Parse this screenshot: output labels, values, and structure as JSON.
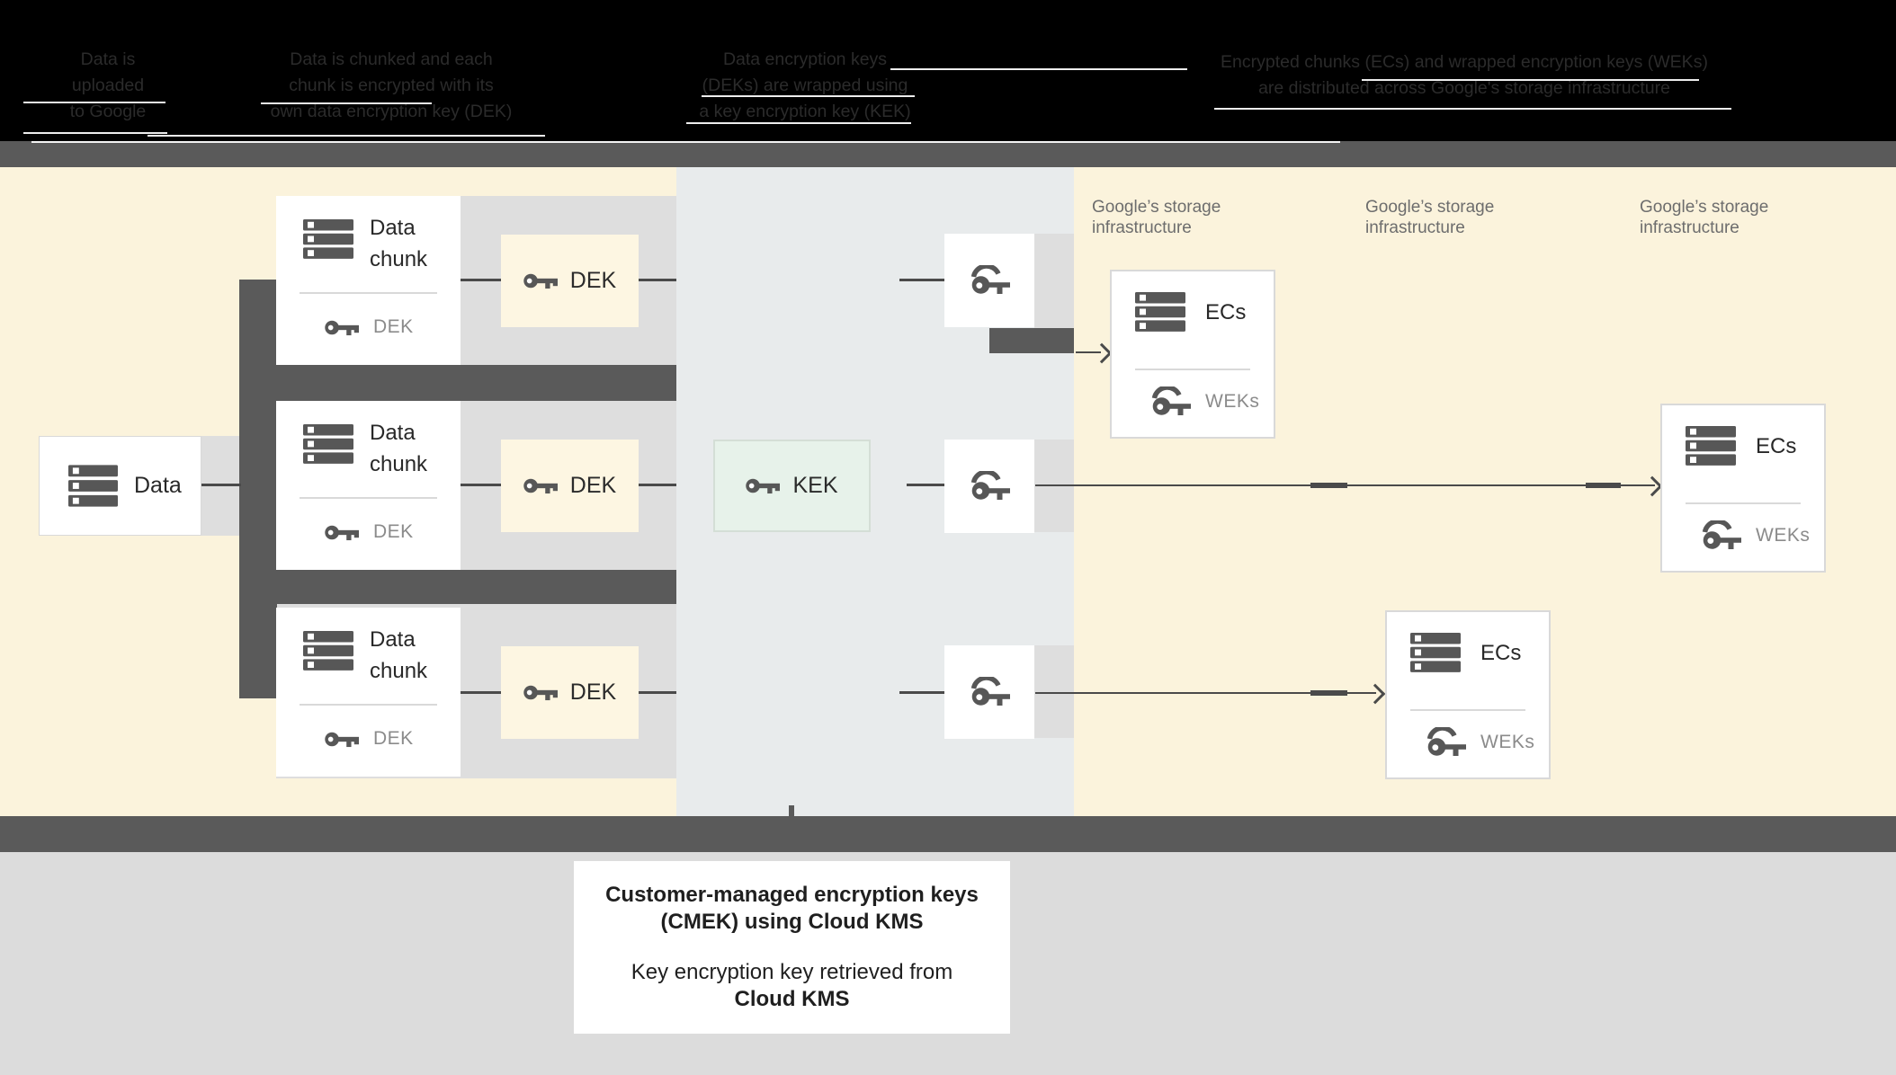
{
  "header": {
    "columns": [
      {
        "lines": [
          "Data is",
          "uploaded",
          "to Google"
        ]
      },
      {
        "lines": [
          "Data is chunked and each",
          "chunk is encrypted with its",
          "own data encryption key (DEK)"
        ]
      },
      {
        "lines": [
          "Data encryption keys",
          "(DEKs) are wrapped using",
          "a key encryption key (KEK)"
        ]
      },
      {
        "lines": [
          "Encrypted chunks (ECs) and wrapped encryption keys (WEKs)",
          "are distributed across Google's storage infrastructure"
        ]
      }
    ]
  },
  "diagram": {
    "data_box": {
      "label": "Data"
    },
    "chunks": [
      {
        "title": [
          "Data",
          "chunk"
        ],
        "key_label": "DEK"
      },
      {
        "title": [
          "Data",
          "chunk"
        ],
        "key_label": "DEK"
      },
      {
        "title": [
          "Data",
          "chunk"
        ],
        "key_label": "DEK"
      }
    ],
    "dek_boxes": [
      {
        "label": "DEK"
      },
      {
        "label": "DEK"
      },
      {
        "label": "DEK"
      }
    ],
    "kek_box": {
      "label": "KEK"
    },
    "storage_labels": [
      {
        "line1": "Google’s storage",
        "line2": "infrastructure"
      },
      {
        "line1": "Google’s storage",
        "line2": "infrastructure"
      },
      {
        "line1": "Google’s storage",
        "line2": "infrastructure"
      }
    ],
    "ecs_boxes": [
      {
        "title": "ECs",
        "key_label": "WEKs"
      },
      {
        "title": "ECs",
        "key_label": "WEKs"
      },
      {
        "title": "ECs",
        "key_label": "WEKs"
      }
    ]
  },
  "caption": {
    "line1": "Customer-managed encryption keys",
    "line2": "(CMEK) using Cloud KMS",
    "line3": "Key encryption key retrieved from",
    "line4": "Cloud KMS"
  },
  "colors": {
    "cream": "#fbf3dc",
    "panel": "#e8ebec",
    "band": "#dedede",
    "dark": "#5a5a5a",
    "line": "#4a4a4a",
    "icon": "#575757",
    "text": "#282828",
    "muted": "#8b8b8b",
    "label": "#6d6d6d",
    "kekfill": "#e7f2ea",
    "dekfill": "#fdf6e2",
    "bottom": "#dcdcdc",
    "headertext": "#2b2b2b"
  }
}
